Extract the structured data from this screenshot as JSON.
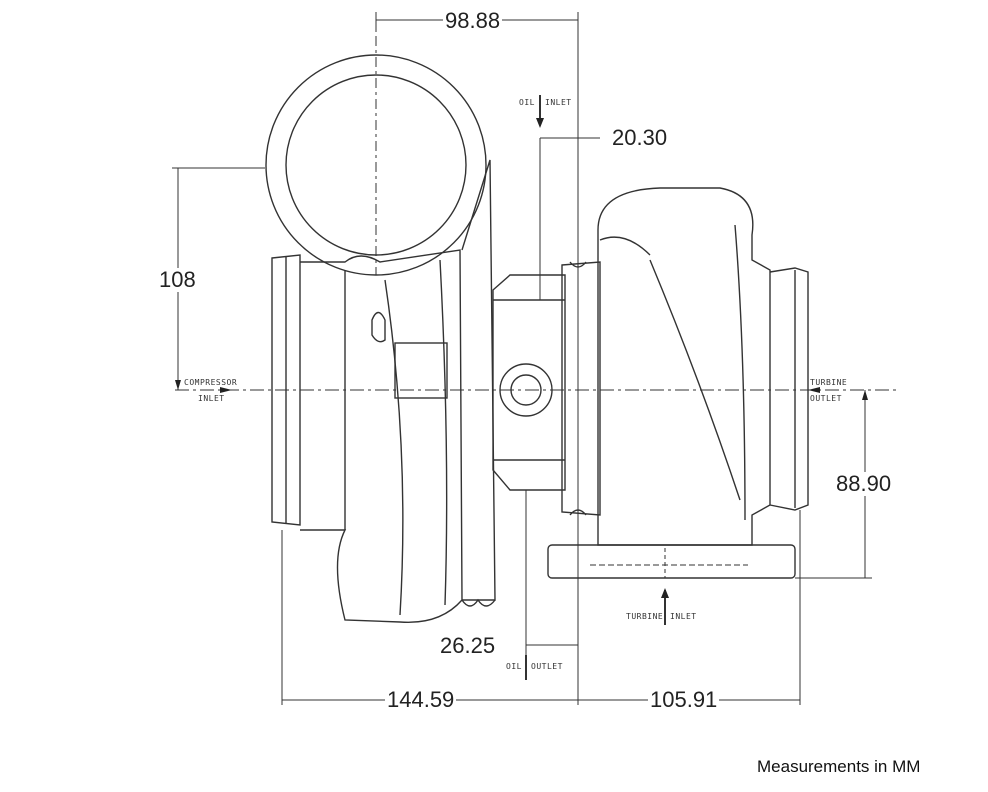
{
  "dimensions": {
    "compressor_offset": "98.88",
    "oil_inlet_offset": "20.30",
    "compressor_height": "108",
    "turbine_height": "88.90",
    "oil_outlet_offset": "26.25",
    "compressor_length": "144.59",
    "turbine_length": "105.91"
  },
  "labels": {
    "oil_inlet": [
      "OIL",
      "INLET"
    ],
    "oil_outlet": [
      "OIL",
      "OUTLET"
    ],
    "compressor_inlet": [
      "COMPRESSOR",
      "INLET"
    ],
    "turbine_outlet": [
      "TURBINE",
      "OUTLET"
    ],
    "turbine_inlet": [
      "TURBINE",
      "INLET"
    ]
  },
  "note": "Measurements in MM"
}
